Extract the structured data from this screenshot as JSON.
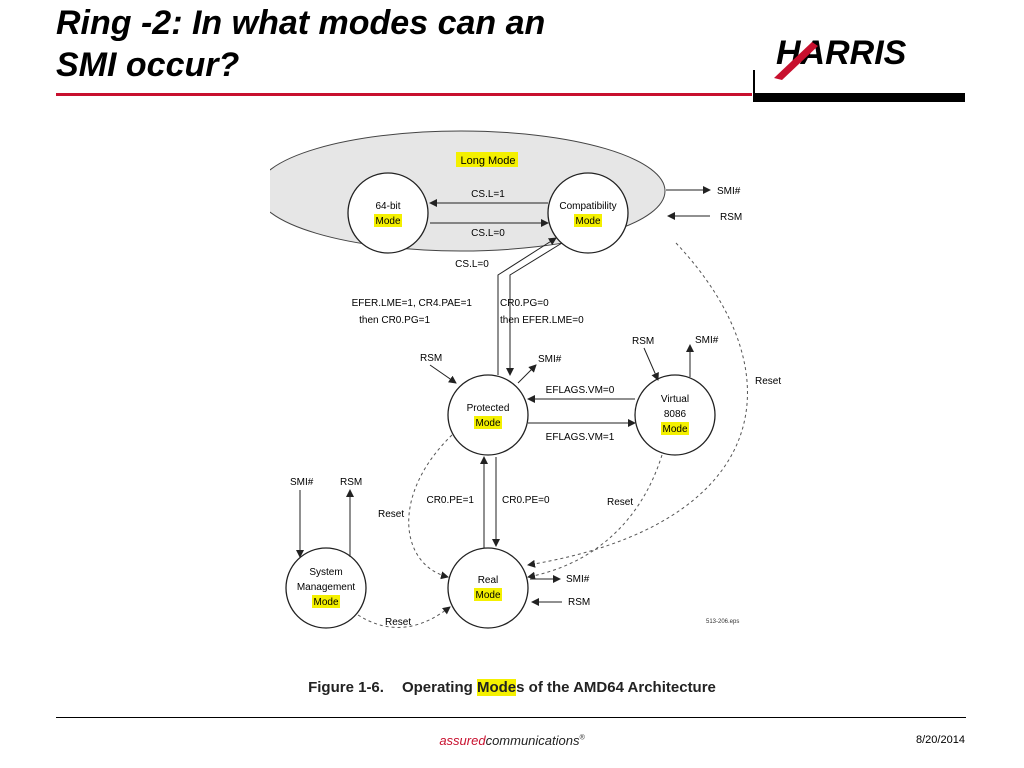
{
  "slide": {
    "title_line1": "Ring -2: In what modes can an",
    "title_line2": "SMI occur?",
    "logo_text": "HARRIS",
    "footer_left": "assured",
    "footer_right": "communications",
    "footer_mark": "®",
    "date": "8/20/2014"
  },
  "figure": {
    "caption_number": "Figure 1-6.",
    "caption_pre": "Operating ",
    "caption_highlight": "Mode",
    "caption_post": "s of the AMD64 Architecture",
    "file_label": "513-206.eps"
  },
  "diagram": {
    "long_mode": "Long Mode",
    "nodes": {
      "bit64": {
        "line1": "64-bit",
        "mode": "Mode"
      },
      "compat": {
        "line1": "Compatibility",
        "mode": "Mode"
      },
      "protected": {
        "line1": "Protected",
        "mode": "Mode"
      },
      "virtual": {
        "line1": "Virtual",
        "line2": "8086",
        "mode": "Mode"
      },
      "real": {
        "line1": "Real",
        "mode": "Mode"
      },
      "smm": {
        "line1": "System",
        "line2": "Management",
        "mode": "Mode"
      }
    },
    "labels": {
      "csl1": "CS.L=1",
      "csl0_top": "CS.L=0",
      "csl0_bottom": "CS.L=0",
      "efer_on_1": "EFER.LME=1, CR4.PAE=1",
      "efer_on_2": "then CR0.PG=1",
      "cr0pg_1": "CR0.PG=0",
      "cr0pg_2": "then EFER.LME=0",
      "eflags0": "EFLAGS.VM=0",
      "eflags1": "EFLAGS.VM=1",
      "cr0pe1": "CR0.PE=1",
      "cr0pe0": "CR0.PE=0",
      "long_smi": "SMI#",
      "long_rsm": "RSM",
      "prot_rsm": "RSM",
      "prot_smi": "SMI#",
      "virt_rsm": "RSM",
      "virt_smi": "SMI#",
      "smm_smi": "SMI#",
      "smm_rsm": "RSM",
      "real_smi": "SMI#",
      "real_rsm": "RSM",
      "reset_right": "Reset",
      "reset_left": "Reset",
      "reset_virtual": "Reset",
      "reset_bottom": "Reset"
    }
  },
  "colors": {
    "highlight": "#f4f000",
    "title_rule": "#c8102e",
    "long_mode_fill": "#e6e6e6"
  }
}
